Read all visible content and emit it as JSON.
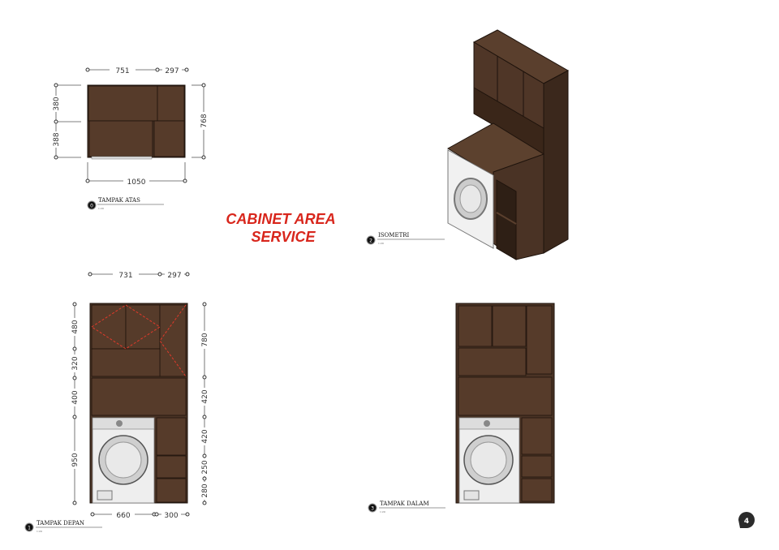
{
  "page": {
    "title_line1": "CABINET AREA",
    "title_line2": "SERVICE",
    "page_number": "4",
    "title_color": "#d8261c",
    "wood_color": "#4a3325"
  },
  "views": {
    "top": {
      "number": "0",
      "label": "TAMPAK ATAS",
      "scale": "1:20",
      "dims": {
        "top_left": "751",
        "top_right": "297",
        "left_upper": "380",
        "left_lower": "388",
        "right": "768",
        "bottom": "1050"
      }
    },
    "iso": {
      "number": "2",
      "label": "ISOMETRI",
      "scale": "1:20"
    },
    "front": {
      "number": "1",
      "label": "TAMPAK DEPAN",
      "scale": "1:20",
      "dims": {
        "top_left": "731",
        "top_right": "297",
        "left": [
          "480",
          "320",
          "400",
          "950"
        ],
        "right": [
          "780",
          "420",
          "420",
          "250",
          "280"
        ],
        "bottom_left": "660",
        "bottom_right": "300"
      }
    },
    "inside": {
      "number": "3",
      "label": "TAMPAK DALAM",
      "scale": "1:20"
    }
  }
}
